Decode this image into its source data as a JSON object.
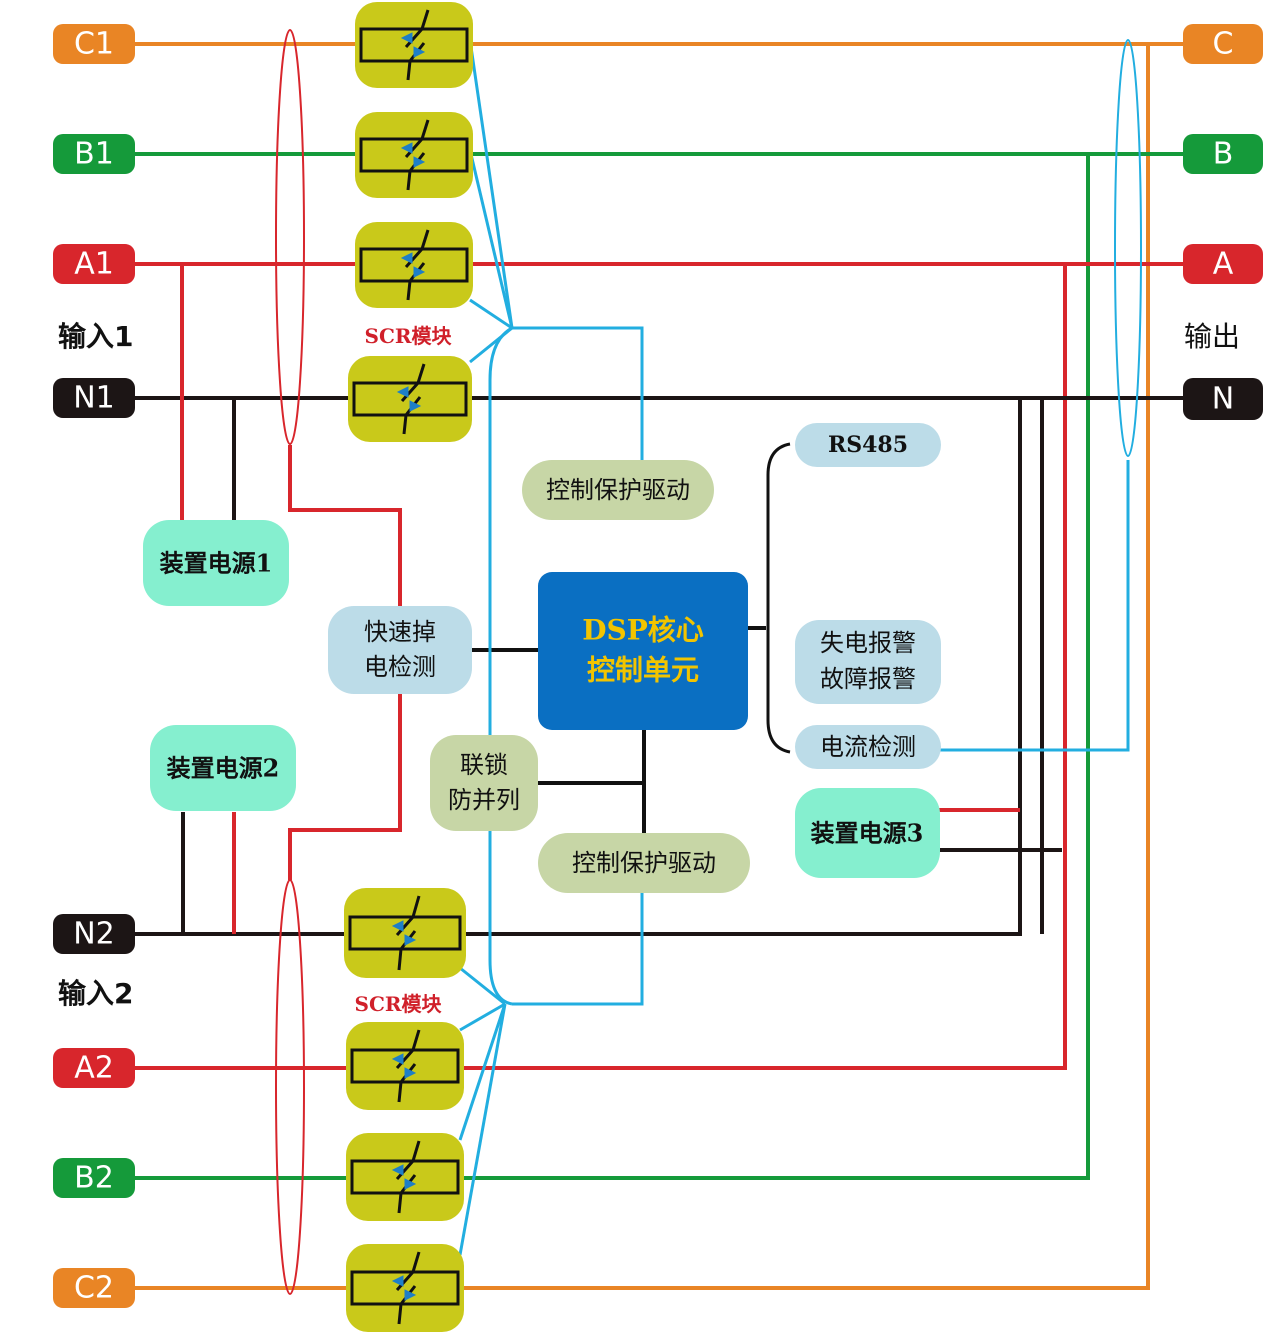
{
  "colors": {
    "orange": "#e98525",
    "green": "#159a3a",
    "red": "#d8262c",
    "black": "#1c1515",
    "blue": "#22aee0",
    "scr_fill": "#c9c91a",
    "dsp_fill": "#0a6fc2",
    "pale_green": "#c7d6a6",
    "pale_blue": "#bcdce8",
    "mint": "#85efcf"
  },
  "inputs": {
    "c1": "C1",
    "b1": "B1",
    "a1": "A1",
    "n1": "N1",
    "n2": "N2",
    "a2": "A2",
    "b2": "B2",
    "c2": "C2",
    "input1": "输入1",
    "input2": "输入2"
  },
  "outputs": {
    "c": "C",
    "b": "B",
    "a": "A",
    "n": "N",
    "label": "输出"
  },
  "scr_label_top": "SCR模块",
  "scr_label_bottom": "SCR模块",
  "blocks": {
    "ctrl_drive_top": "控制保护驱动",
    "ctrl_drive_bottom": "控制保护驱动",
    "power1": "装置电源1",
    "power2": "装置电源2",
    "power3": "装置电源3",
    "fast_detect": [
      "快速掉",
      "电检测"
    ],
    "interlock": [
      "联锁",
      "防并列"
    ],
    "dsp": [
      "DSP核心",
      "控制单元"
    ],
    "rs485": "RS485",
    "alarm": [
      "失电报警",
      "故障报警"
    ],
    "current_detect": "电流检测"
  },
  "icons": {
    "scr": "scr-thyristor-module-icon"
  }
}
